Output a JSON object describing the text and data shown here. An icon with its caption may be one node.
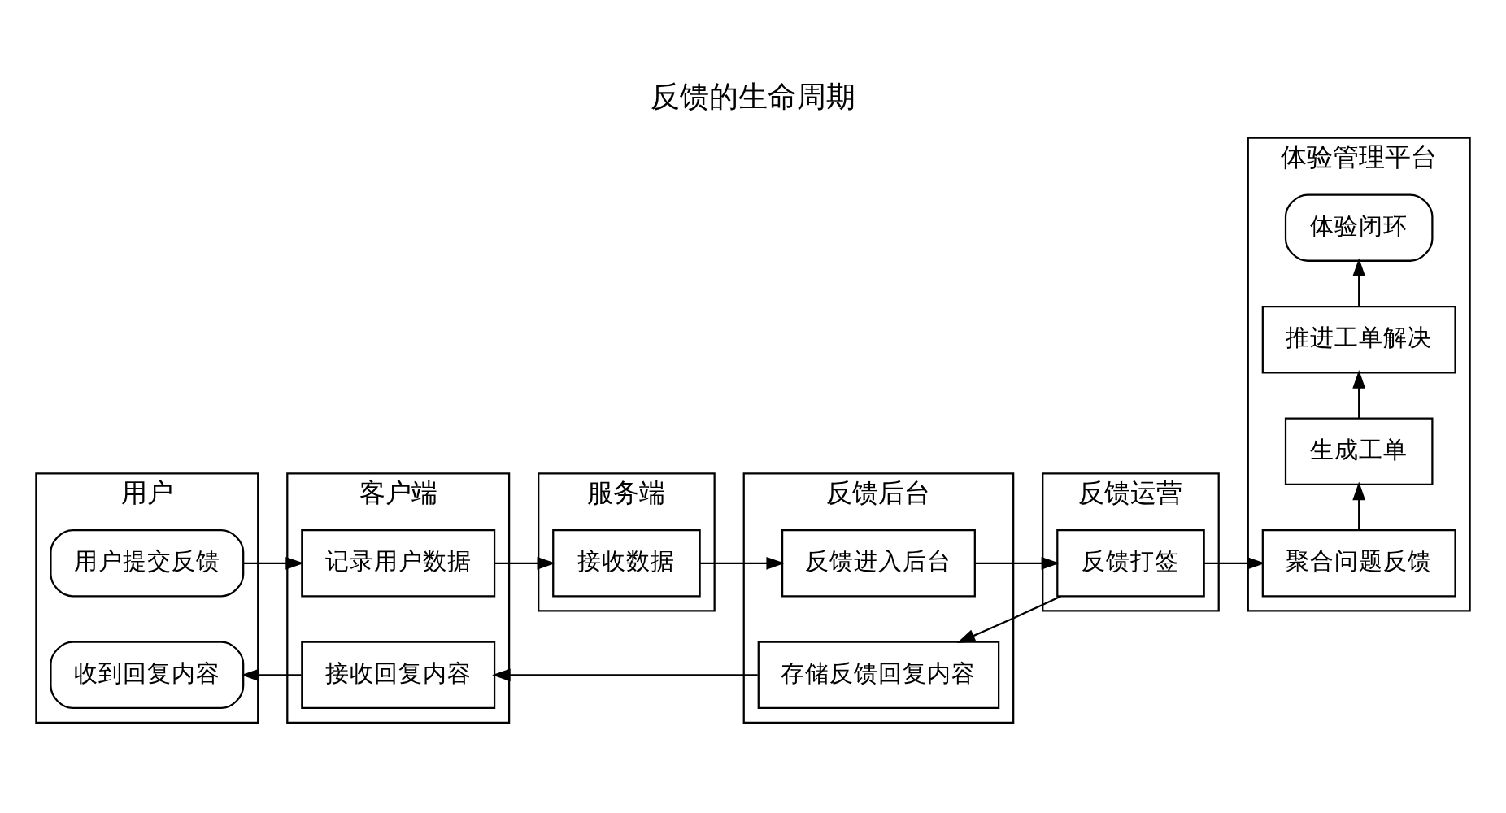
{
  "diagram": {
    "title": "反馈的生命周期",
    "nodes": [
      {
        "text": [
          "用户"
        ]
      },
      {
        "text": [
          "客户端"
        ]
      },
      {
        "text": [
          "服务端"
        ]
      },
      {
        "text": [
          "反馈后台"
        ]
      },
      {
        "text": [
          "反馈运营"
        ]
      },
      {
        "text": [
          "体验管理平台"
        ]
      },
      {
        "text": [
          "用户提交反馈"
        ],
        "in": 0
      },
      {
        "text": [
          "收到回复内容"
        ],
        "in": 0
      },
      {
        "text": [
          "记录用户数据"
        ],
        "in": 1
      },
      {
        "text": [
          "接收回复内容"
        ],
        "in": 1
      },
      {
        "text": [
          "接收数据"
        ],
        "in": 2
      },
      {
        "text": [
          "反馈进入后台"
        ],
        "in": 3
      },
      {
        "text": [
          "存储反馈回复内容"
        ],
        "in": 3
      },
      {
        "text": [
          "反馈打签"
        ],
        "in": 4
      },
      {
        "text": [
          "聚合问题反馈"
        ],
        "in": 5
      },
      {
        "text": [
          "生成工单"
        ],
        "in": 5
      },
      {
        "text": [
          "推进工单解决"
        ],
        "in": 5
      },
      {
        "text": [
          "体验闭环"
        ],
        "in": 5
      }
    ],
    "edges": [
      {
        "from": 6,
        "to": 8,
        "arrow": "to"
      },
      {
        "from": 8,
        "to": 10,
        "arrow": "to"
      },
      {
        "from": 10,
        "to": 11,
        "arrow": "to"
      },
      {
        "from": 11,
        "to": 13,
        "arrow": "to"
      },
      {
        "from": 13,
        "to": 14,
        "arrow": "to"
      },
      {
        "from": 14,
        "to": 15,
        "arrow": "to"
      },
      {
        "from": 15,
        "to": 16,
        "arrow": "to"
      },
      {
        "from": 16,
        "to": 17,
        "arrow": "to"
      },
      {
        "from": 13,
        "to": 12,
        "arrow": "to"
      },
      {
        "from": 12,
        "to": 9,
        "arrow": "to"
      },
      {
        "from": 9,
        "to": 7,
        "arrow": "to"
      }
    ]
  }
}
